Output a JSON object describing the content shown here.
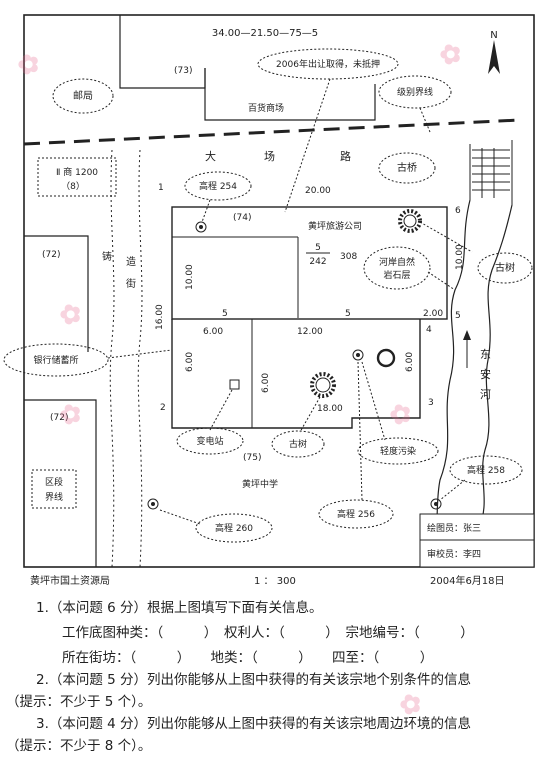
{
  "header_code": "34.00—21.50—75—5",
  "north": "N",
  "labels": {
    "p73": "(73)",
    "post_office": "邮局",
    "dept_store": "百货商场",
    "callout_2006": "2006年出让取得，未抵押",
    "boundary_level": "级别界线",
    "road_da": "大",
    "road_chang": "场",
    "road_lu": "路",
    "ancient_bridge": "古桥",
    "commerce_1": "Ⅱ 商 1200",
    "commerce_2": "（8）",
    "n1": "1",
    "n20": "20.00",
    "elev254": "高程 254",
    "p74": "(74)",
    "company": "黄坪旅游公司",
    "n6a": "6",
    "n10a": "10.00",
    "old_tree_right": "古树",
    "p72a": "(72)",
    "street_zhu": "铸",
    "street_zao": "造",
    "street_jie": "街",
    "n10b": "10.00",
    "frac_top": "5",
    "frac_bot": "242",
    "n308": "308",
    "rock_1": "河岸自然",
    "rock_2": "岩石层",
    "n16": "16.00",
    "n5a": "5",
    "n5b": "5",
    "n200": "2.00",
    "n5c": "5",
    "n4": "4",
    "bank": "银行储蓄所",
    "n6b": "6.00",
    "n12": "12.00",
    "river_1": "东",
    "river_2": "安",
    "river_3": "河",
    "n6c": "6.00",
    "n6d": "6.00",
    "n6e": "6.00",
    "n18": "18.00",
    "n2": "2",
    "n3": "3",
    "p72b": "(72)",
    "substation": "变电站",
    "old_tree_mid": "古树",
    "slope": "轻度污染",
    "p75": "(75)",
    "school": "黄坪中学",
    "elev258": "高程 258",
    "district_1": "区段",
    "district_2": "界线",
    "elev260": "高程 260",
    "elev256": "高程 256",
    "drawer": "绘图员：张三",
    "checker": "审校员：李四"
  },
  "footer": {
    "org": "黄坪市国土资源局",
    "scale": "1 ： 300",
    "date": "2004年6月18日"
  },
  "questions": [
    "1.（本问题 6 分）根据上图填写下面有关信息。",
    "工作底图种类：（　　　）　权利人：（　　　）　宗地编号：（　　　）",
    "所在街坊：（　　　）　　地类：（　　　）　　四至：（　　　）",
    "2.（本问题 5 分）列出你能够从上图中获得的有关该宗地个别条件的信息",
    "（提示：不少于 5 个）。",
    "3.（本问题 4 分）列出你能够从上图中获得的有关该宗地周边环境的信息",
    "（提示：不少于 8 个）。"
  ]
}
